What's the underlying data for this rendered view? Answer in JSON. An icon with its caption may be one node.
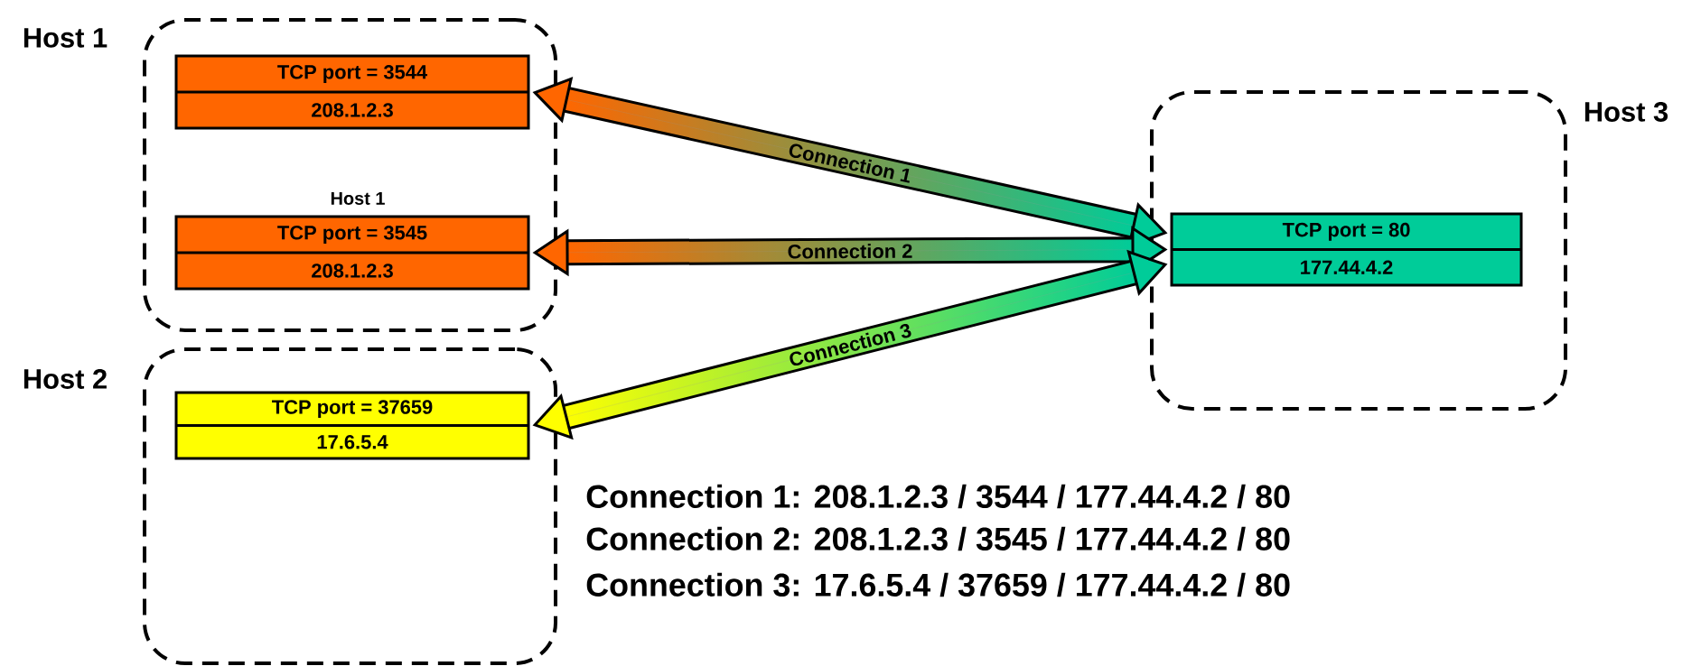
{
  "diagram": {
    "nodes": [
      {
        "text": [
          "Host 1"
        ]
      },
      {
        "text": [
          "TCP port = 3544",
          "208.1.2.3"
        ],
        "in": 0
      },
      {
        "text": [
          "TCP port = 3545",
          "208.1.2.3"
        ],
        "in": 0,
        "beside": [
          "Host 1"
        ]
      },
      {
        "text": [
          "Host 2"
        ]
      },
      {
        "text": [
          "TCP port = 37659",
          "17.6.5.4"
        ],
        "in": 3
      },
      {
        "text": [
          "Host 3"
        ]
      },
      {
        "text": [
          "TCP port = 80",
          "177.44.4.2"
        ],
        "in": 5
      }
    ],
    "edges": [
      {
        "from": 1,
        "to": 6,
        "arrow": "both",
        "label": "Connection 1"
      },
      {
        "from": 2,
        "to": 6,
        "arrow": "both",
        "label": "Connection 2"
      },
      {
        "from": 4,
        "to": 6,
        "arrow": "both",
        "label": "Connection 3"
      }
    ],
    "labels": [
      "Connection 1: 208.1.2.3 / 3544 / 177.44.4.2 / 80",
      "Connection 2: 208.1.2.3 / 3545 / 177.44.4.2 / 80",
      "Connection 3: 17.6.5.4 / 37659 / 177.44.4.2 / 80"
    ]
  }
}
